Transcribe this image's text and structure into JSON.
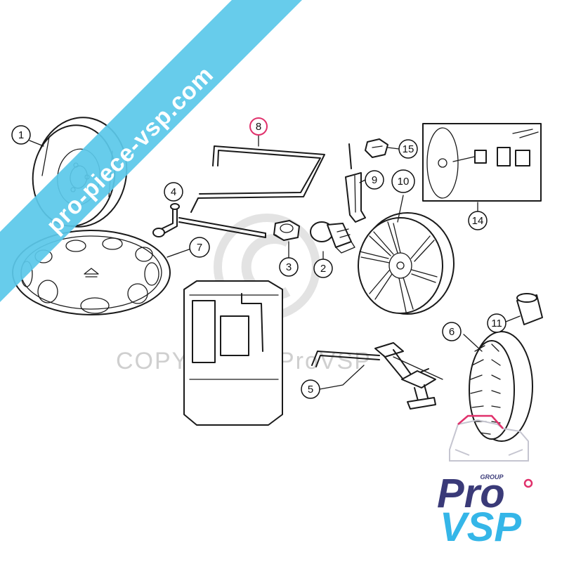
{
  "callouts": [
    {
      "id": "1",
      "label": "1"
    },
    {
      "id": "2",
      "label": "2"
    },
    {
      "id": "3",
      "label": "3"
    },
    {
      "id": "4",
      "label": "4"
    },
    {
      "id": "5",
      "label": "5"
    },
    {
      "id": "6",
      "label": "6"
    },
    {
      "id": "7",
      "label": "7"
    },
    {
      "id": "8",
      "label": "8",
      "highlighted": true
    },
    {
      "id": "9",
      "label": "9"
    },
    {
      "id": "10",
      "label": "10"
    },
    {
      "id": "11",
      "label": "11"
    },
    {
      "id": "14",
      "label": "14"
    },
    {
      "id": "15",
      "label": "15"
    }
  ],
  "watermark": {
    "banner_text": "pro-piece-vsp.com",
    "copyright_text": "COPYRIGHT ProVSP"
  },
  "logo": {
    "group_text": "GROUP",
    "line1": "Pro",
    "line2": "VSP"
  },
  "colors": {
    "banner": "#5bc8ea",
    "highlight": "#e0306b",
    "logo_dark": "#3a3a78",
    "logo_light": "#35b6e8"
  }
}
